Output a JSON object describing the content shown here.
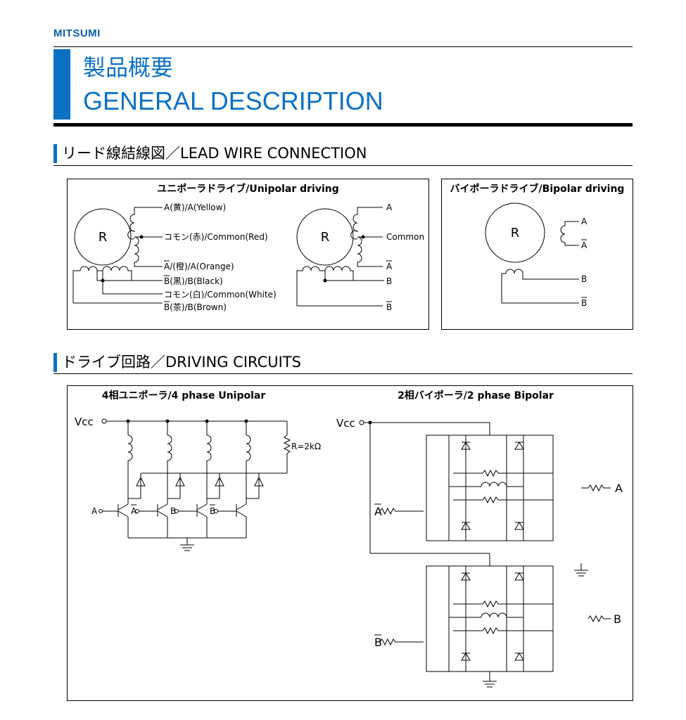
{
  "brand": "MITSUMI",
  "title": {
    "jp": "製品概要",
    "en": "GENERAL DESCRIPTION"
  },
  "sections": {
    "lead": "リード線結線図／LEAD WIRE CONNECTION",
    "driving": "ドライブ回路／DRIVING CIRCUITS"
  },
  "lead_wire": {
    "unipolar_caption": "ユニポーラドライブ/Unipolar driving",
    "bipolar_caption": "バイポーラドライブ/Bipolar driving",
    "rotor": "R",
    "uni_labels": {
      "a": "A(黄)/A(Yellow)",
      "common_red": "コモン(赤)/Common(Red)",
      "abar": "A/(橙)/A(Orange)",
      "b": "B(黒)/B(Black)",
      "common_white": "コモン(白)/Common(White)",
      "bbar": "B(茶)/B(Brown)"
    },
    "uni2_labels": {
      "a": "A",
      "common": "Common",
      "abar": "A",
      "b": "B",
      "bbar": "B"
    },
    "bi_labels": {
      "a": "A",
      "abar": "A",
      "b": "B",
      "bbar": "B"
    }
  },
  "driving": {
    "unipolar_caption": "4相ユニポーラ/4 phase Unipolar",
    "bipolar_caption": "2相バイポーラ/2 phase Bipolar",
    "vcc": "Vcc",
    "resistor": "R=2kΩ",
    "inputs": {
      "a": "A",
      "abar": "A",
      "b": "B",
      "bbar": "B"
    },
    "bipolar_inputs": {
      "a": "A",
      "abar": "A",
      "b": "B",
      "bbar": "B"
    }
  }
}
